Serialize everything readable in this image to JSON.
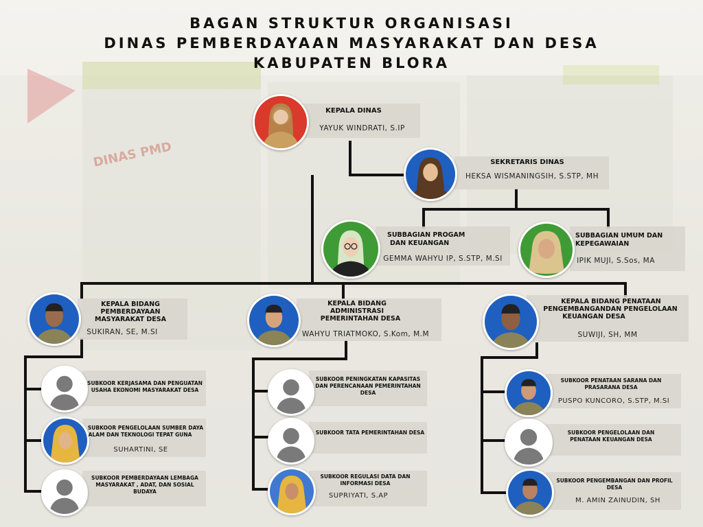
{
  "title": {
    "line1": "BAGAN STRUKTUR ORGANISASI",
    "line2": "DINAS PEMBERDAYAAN MASYARAKAT DAN DESA",
    "line3": "KABUPATEN BLORA"
  },
  "background": {
    "wall_sign": "DINAS PMD"
  },
  "kepala_dinas": {
    "role": "KEPALA DINAS",
    "name": "YAYUK WINDRATI, S.IP",
    "photo_bg": "#d93a2b"
  },
  "sekretaris": {
    "role": "SEKRETARIS DINAS",
    "name": "HEKSA WISMANINGSIH, S.STP, MH",
    "photo_bg": "#1f5fbf"
  },
  "subbagian_program": {
    "role_line1": "SUBBAGIAN PROGAM",
    "role_line2": "DAN KEUANGAN",
    "name": "GEMMA WAHYU IP, S.STP, M.SI",
    "photo_bg": "#3f9b35"
  },
  "subbagian_umum": {
    "role_line1": "SUBBAGIAN UMUM DAN",
    "role_line2": "KEPEGAWAIAN",
    "name": "IPIK MUJI, S.Sos, MA",
    "photo_bg": "#3f9b35"
  },
  "bidang_pmd": {
    "role_line1": "KEPALA BIDANG",
    "role_line2": "PEMBERDAYAAN",
    "role_line3": "MASYARAKAT DESA",
    "name": "SUKIRAN, SE, M.SI",
    "photo_bg": "#1f5fbf"
  },
  "bidang_apd": {
    "role_line1": "KEPALA BIDANG",
    "role_line2": "ADMINISTRASI",
    "role_line3": "PEMERINTAHAN DESA",
    "name": "WAHYU TRIATMOKO, S.Kom, M.M",
    "photo_bg": "#1f5fbf"
  },
  "bidang_ppk": {
    "role_line1": "KEPALA BIDANG PENATAAN",
    "role_line2": "PENGEMBANGANDAN PENGELOLAAN",
    "role_line3": "KEUANGAN DESA",
    "name": "SUWIJI, SH, MM",
    "photo_bg": "#1f5fbf"
  },
  "subkoor_col1": [
    {
      "role_line1": "SUBKOOR KERJASAMA DAN PENGUATAN",
      "role_line2": "USAHA EKONOMI MASYARAKAT DESA",
      "role_line3": "",
      "name": "",
      "photo": "placeholder"
    },
    {
      "role_line1": "SUBKOOR PENGELOLAAN SUMBER DAYA",
      "role_line2": "ALAM DAN TEKNOLOGI TEPAT  GUNA",
      "role_line3": "",
      "name": "SUHARTINI, SE",
      "photo": "person"
    },
    {
      "role_line1": "SUBKOOR PEMBERDAYAAN LEMBAGA",
      "role_line2": "MASYARAKAT , ADAT, DAN SOSIAL",
      "role_line3": "BUDAYA",
      "name": "",
      "photo": "placeholder"
    }
  ],
  "subkoor_col2": [
    {
      "role_line1": "SUBKOOR PENINGKATAN KAPASITAS",
      "role_line2": "DAN PERENCANAAN PEMERINTAHAN",
      "role_line3": "DESA",
      "name": "",
      "photo": "placeholder"
    },
    {
      "role_line1": "SUBKOOR TATA PEMERINTAHAN DESA",
      "role_line2": "",
      "role_line3": "",
      "name": "",
      "photo": "placeholder"
    },
    {
      "role_line1": "SUBKOOR REGULASI DATA DAN",
      "role_line2": "INFORMASI DESA",
      "role_line3": "",
      "name": "SUPRIYATI, S.AP",
      "photo": "person"
    }
  ],
  "subkoor_col3": [
    {
      "role_line1": "SUBKOOR PENATAAN SARANA DAN",
      "role_line2": "PRASARANA DESA",
      "role_line3": "",
      "name": "PUSPO KUNCORO, S.STP, M.SI",
      "photo": "person"
    },
    {
      "role_line1": "SUBKOOR PENGELOLAAN DAN",
      "role_line2": "PENATAAN KEUANGAN DESA",
      "role_line3": "",
      "name": "",
      "photo": "placeholder"
    },
    {
      "role_line1": "SUBKOOR PENGEMBANGAN DAN PROFIL",
      "role_line2": "DESA",
      "role_line3": "",
      "name": "M. AMIN ZAINUDIN, SH",
      "photo": "person"
    }
  ]
}
